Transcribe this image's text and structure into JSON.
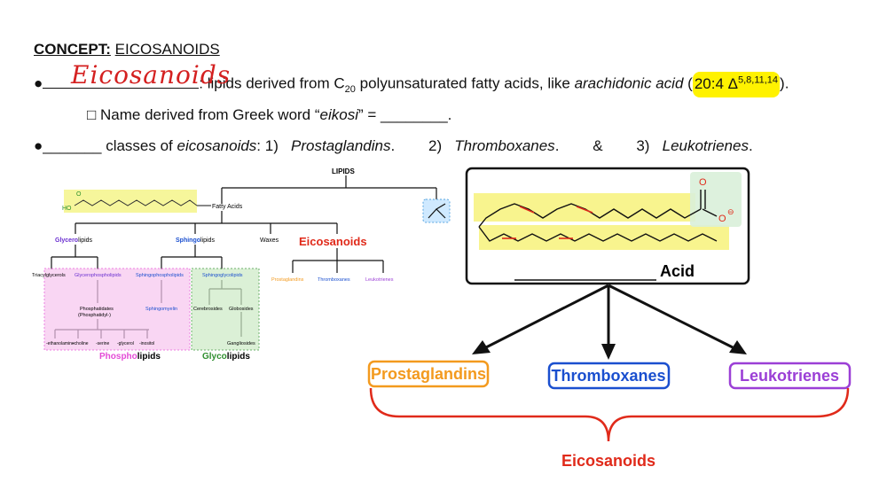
{
  "header": {
    "concept_label": "CONCEPT:",
    "topic": "EICOSANOIDS"
  },
  "bullet1": {
    "bullet": "●",
    "handwritten": "Eicosanoids",
    "text_before_c": ": lipids derived from C",
    "subscript": "20",
    "text_mid": " polyunsaturated fatty acids, like ",
    "acid_name": "arachidonic acid",
    "paren_open": " (",
    "notation": "20:4 Δ",
    "notation_sup": "5,8,11,14",
    "paren_close": ")."
  },
  "subline": {
    "checkbox": "□",
    "text_a": " Name derived from Greek word “",
    "greek_word": "eikosi",
    "text_b": "” = ________."
  },
  "bullet2": {
    "bullet": "●",
    "blank": "_______",
    "text_a": " classes of ",
    "eicosanoids_word": "eicosanoids",
    "text_b": ": 1)   ",
    "class1": "Prostaglandins",
    "sep1": ".        2)   ",
    "class2": "Thromboxanes",
    "sep2": ".        &        3)   ",
    "class3": "Leukotrienes",
    "end": "."
  },
  "tree": {
    "root": "LIPIDS",
    "fatty_acids": "Fatty Acids",
    "ho_label": "HO",
    "o_label": "O",
    "glycerolipids_prefix": "Glycero",
    "glycerolipids_suffix": "lipids",
    "sphingolipids_prefix": "Sphingo",
    "sphingolipids_suffix": "lipids",
    "waxes": "Waxes",
    "eicosanoids": "Eicosanoids",
    "triacylglycerols": "Triacylglycerols",
    "glycerophospholipids": "Glycerophospholipids",
    "sphingophospholipids": "Sphingophospholipids",
    "sphingoglycolipids": "Sphingoglycolipids",
    "phosphatidates": "Phosphatidates",
    "phosphatidyl": "(Phosphatidyl-)",
    "sphingomyelin": "Sphingomyelin",
    "cerebrosides": "Cerebrosides",
    "globosides": "Globosides",
    "gangliosides": "Gangliosides",
    "head_groups": [
      "-ethanolamine",
      "-choline",
      "-serine",
      "-glycerol",
      "-inositol"
    ],
    "eico_children": [
      "Prostaglandins",
      "Thromboxanes",
      "Leukotrienes"
    ],
    "phospholipids_prefix": "Phospho",
    "phospholipids_suffix": "lipids",
    "glycolipids_prefix": "Glyco",
    "glycolipids_suffix": "lipids"
  },
  "acid_box": {
    "o_top": "O",
    "o_minus": "O",
    "charge": "⊖",
    "acid_label": "Acid"
  },
  "classes": [
    {
      "label": "Prostaglandins",
      "color": "#f39a1e"
    },
    {
      "label": "Thromboxanes",
      "color": "#1a4fcf"
    },
    {
      "label": "Leukotrienes",
      "color": "#9b3fd6"
    }
  ],
  "group_label": "Eicosanoids",
  "colors": {
    "accent_red": "#e02a1a",
    "highlight_yellow": "#fff200",
    "phospho_pink": "#e44bd6",
    "glyco_green": "#2f8f2f"
  }
}
